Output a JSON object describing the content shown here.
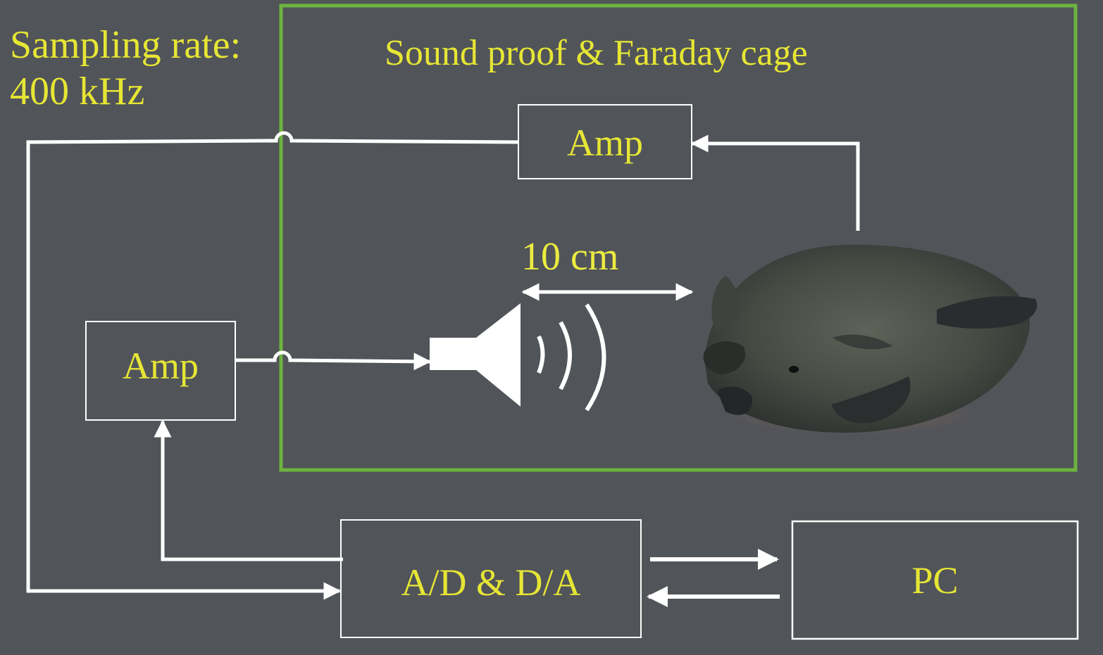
{
  "sampling": {
    "title": "Sampling rate:",
    "value": "400 kHz"
  },
  "cage": {
    "title": "Sound proof & Faraday cage"
  },
  "distance": {
    "label": "10 cm"
  },
  "blocks": {
    "amp_top": "Amp",
    "amp_left": "Amp",
    "converter": "A/D & D/A",
    "pc": "PC"
  },
  "icons": {
    "speaker": "speaker-icon",
    "bat": "bat-photo"
  },
  "colors": {
    "background": "#515459",
    "cage_border": "#6db33f",
    "text": "#e6e635",
    "lines": "#ffffff"
  }
}
